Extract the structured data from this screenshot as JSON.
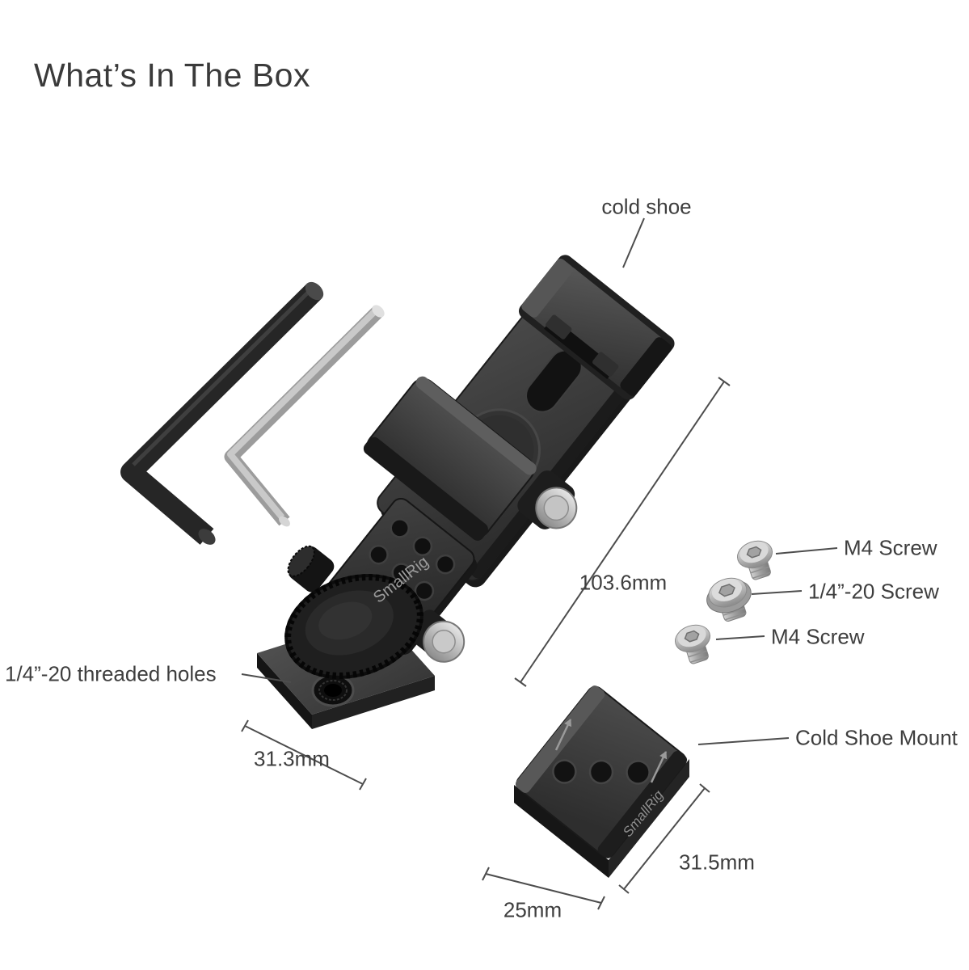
{
  "page": {
    "title": "What’s In The Box"
  },
  "brand": "SmallRig",
  "callouts": {
    "cold_shoe": "cold shoe",
    "m4_screw_top": "M4 Screw",
    "quarter_20_screw": "1/4”-20 Screw",
    "m4_screw_bottom": "M4 Screw",
    "threaded_holes": "1/4”-20 threaded holes",
    "cold_shoe_mount": "Cold Shoe Mount"
  },
  "dimensions": {
    "bracket_length": "103.6mm",
    "bracket_width": "31.3mm",
    "mount_length": "31.5mm",
    "mount_width": "25mm"
  },
  "colors": {
    "background": "#ffffff",
    "label_text": "#3e3e3e",
    "product_dark": "#2b2b2b",
    "metal_silver": "#b4b4b4"
  }
}
